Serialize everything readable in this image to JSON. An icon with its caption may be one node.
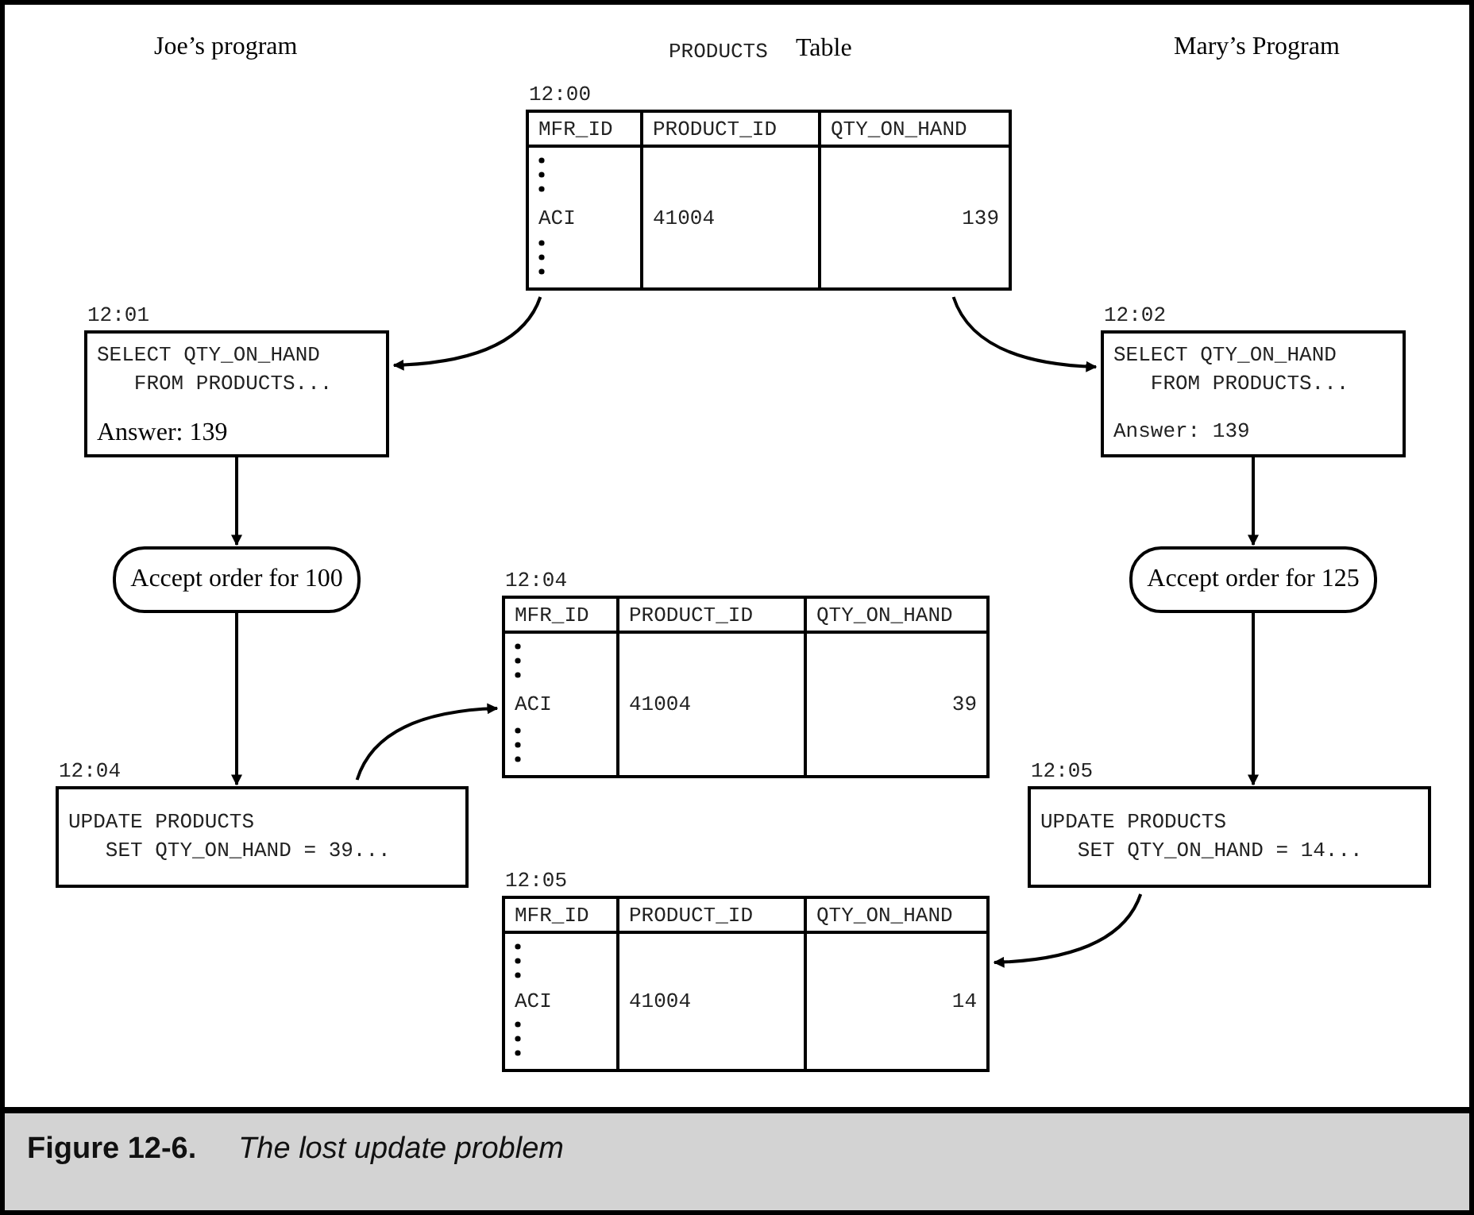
{
  "diagram": {
    "caption": "**Figure 12-6.**     *The lost update problem*",
    "nodes": [
      {
        "text": [
          "12:00",
          "MFR_ID",
          "PRODUCT_ID",
          "QTY_ON_HAND",
          "ACI",
          "41004",
          "139"
        ]
      },
      {
        "text": [
          "12:01",
          "SELECT QTY_ON_HAND FROM PRODUCTS...",
          "Answer: 139"
        ]
      },
      {
        "text": [
          "12:02",
          "SELECT QTY_ON_HAND FROM PRODUCTS...",
          "Answer: 139"
        ]
      },
      {
        "text": [
          "Accept order for 100"
        ]
      },
      {
        "text": [
          "Accept order for 125"
        ]
      },
      {
        "text": [
          "12:04",
          "MFR_ID",
          "PRODUCT_ID",
          "QTY_ON_HAND",
          "ACI",
          "41004",
          "39"
        ]
      },
      {
        "text": [
          "12:04",
          "UPDATE PRODUCTS SET QTY_ON_HAND = 39..."
        ]
      },
      {
        "text": [
          "12:05",
          "UPDATE PRODUCTS SET QTY_ON_HAND = 14..."
        ]
      },
      {
        "text": [
          "12:05",
          "MFR_ID",
          "PRODUCT_ID",
          "QTY_ON_HAND",
          "ACI",
          "41004",
          "14"
        ]
      }
    ],
    "edges": [
      {
        "from": 0,
        "to": 1,
        "arrow": "to"
      },
      {
        "from": 0,
        "to": 2,
        "arrow": "to"
      },
      {
        "from": 1,
        "to": 3,
        "arrow": "to"
      },
      {
        "from": 2,
        "to": 4,
        "arrow": "to"
      },
      {
        "from": 3,
        "to": 6,
        "arrow": "to"
      },
      {
        "from": 4,
        "to": 7,
        "arrow": "to"
      },
      {
        "from": 6,
        "to": 5,
        "arrow": "to"
      },
      {
        "from": 7,
        "to": 8,
        "arrow": "to"
      }
    ],
    "labels": [
      "Joe’s program",
      "PRODUCTS",
      "Table",
      "Mary’s Program"
    ]
  }
}
